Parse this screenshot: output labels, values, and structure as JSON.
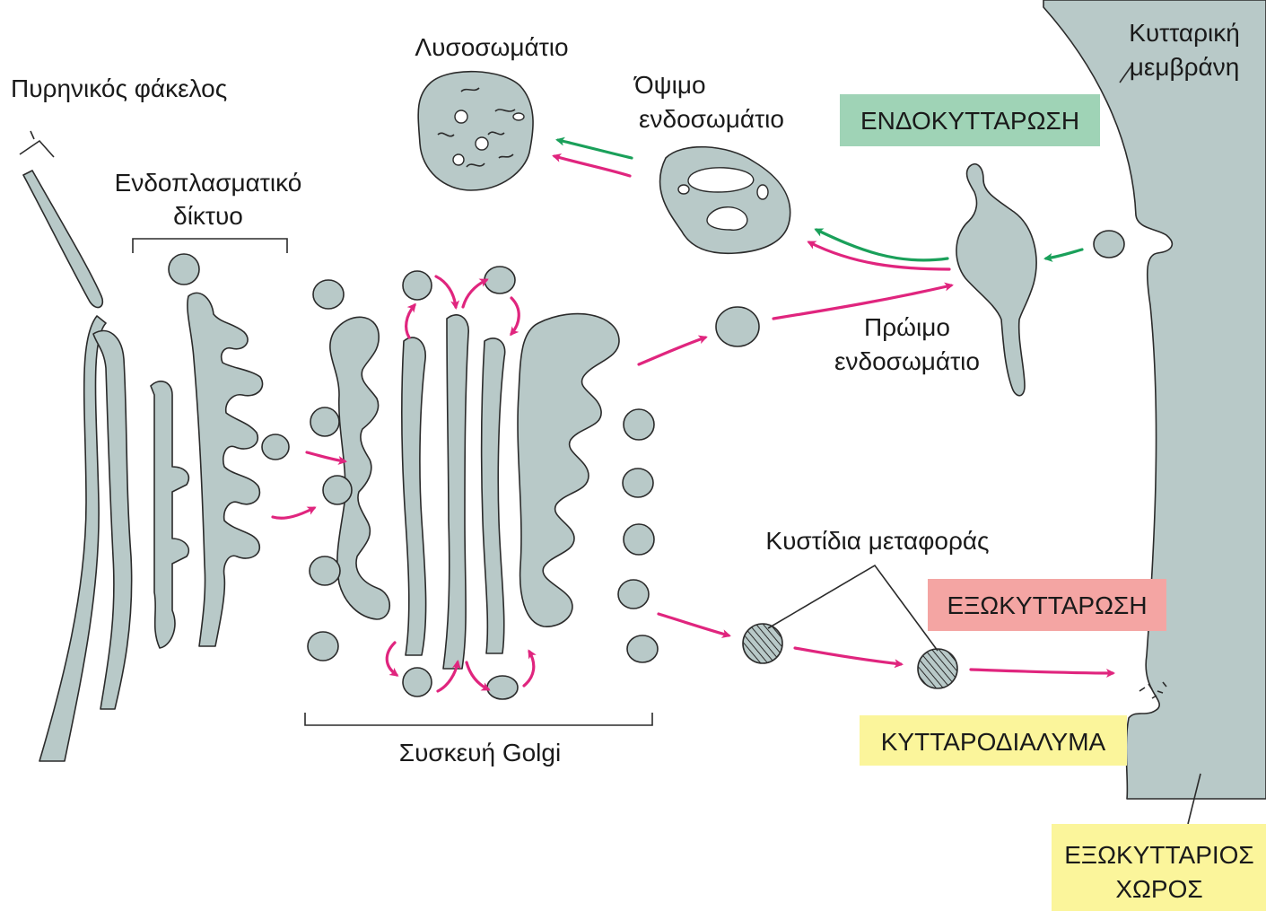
{
  "labels": {
    "nuclear_envelope": "Πυρηνικός φάκελος",
    "er_line1": "Ενδοπλασματικό",
    "er_line2": "δίκτυο",
    "golgi": "Συσκευή Golgi",
    "lysosome": "Λυσοσωμάτιο",
    "late_endosome_line1": "Όψιμο",
    "late_endosome_line2": "ενδοσωμάτιο",
    "early_endosome_line1": "Πρώιμο",
    "early_endosome_line2": "ενδοσωμάτιο",
    "cell_membrane_line1": "Κυτταρική",
    "cell_membrane_line2": "μεμβράνη",
    "transport_vesicles": "Κυστίδια μεταφοράς"
  },
  "boxes": {
    "endocytosis": {
      "text": "ΕΝΔΟΚΥΤΤΑΡΩΣΗ",
      "color": "#9fd3b6"
    },
    "exocytosis": {
      "text": "ΕΞΩΚΥΤΤΑΡΩΣΗ",
      "color": "#f4a5a3"
    },
    "cytosol": {
      "text": "ΚΥΤΤΑΡΟΔΙΑΛΥΜΑ",
      "color": "#fbf59b"
    },
    "extracellular_line1": {
      "text": "ΕΞΩΚΥΤΤΑΡΙΟΣ"
    },
    "extracellular_line2": {
      "text": "ΧΩΡΟΣ"
    },
    "extracellular": {
      "color": "#fbf59b"
    }
  },
  "colors": {
    "organelle_fill": "#b8c9c8",
    "arrow_secretory": "#e0257e",
    "arrow_endocytic": "#1aa05a"
  }
}
